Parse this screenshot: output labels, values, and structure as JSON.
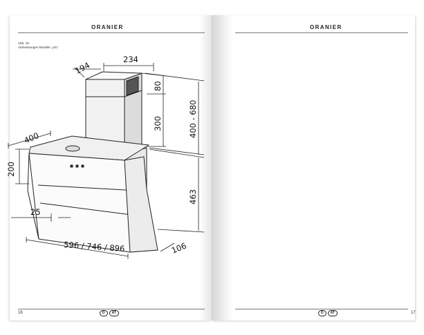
{
  "brand": "ORANIER",
  "left_page": {
    "figure_number": "Abb. 18",
    "figure_caption": "Abmessungen Modelle „Lilo“",
    "page_number": "16",
    "country_badges": [
      "D",
      "AT"
    ]
  },
  "right_page": {
    "page_number": "17",
    "country_badges": [
      "D",
      "AT"
    ]
  },
  "dimensions": {
    "chimney_depth": "194",
    "chimney_width": "234",
    "chimney_top": "80",
    "chimney_height": "300",
    "chimney_range": "400 - 680",
    "hood_depth": "400",
    "panel_offset": "200",
    "body_height": "463",
    "edge_gap": "25",
    "widths": "596 / 746 / 896",
    "base_depth": "106"
  }
}
